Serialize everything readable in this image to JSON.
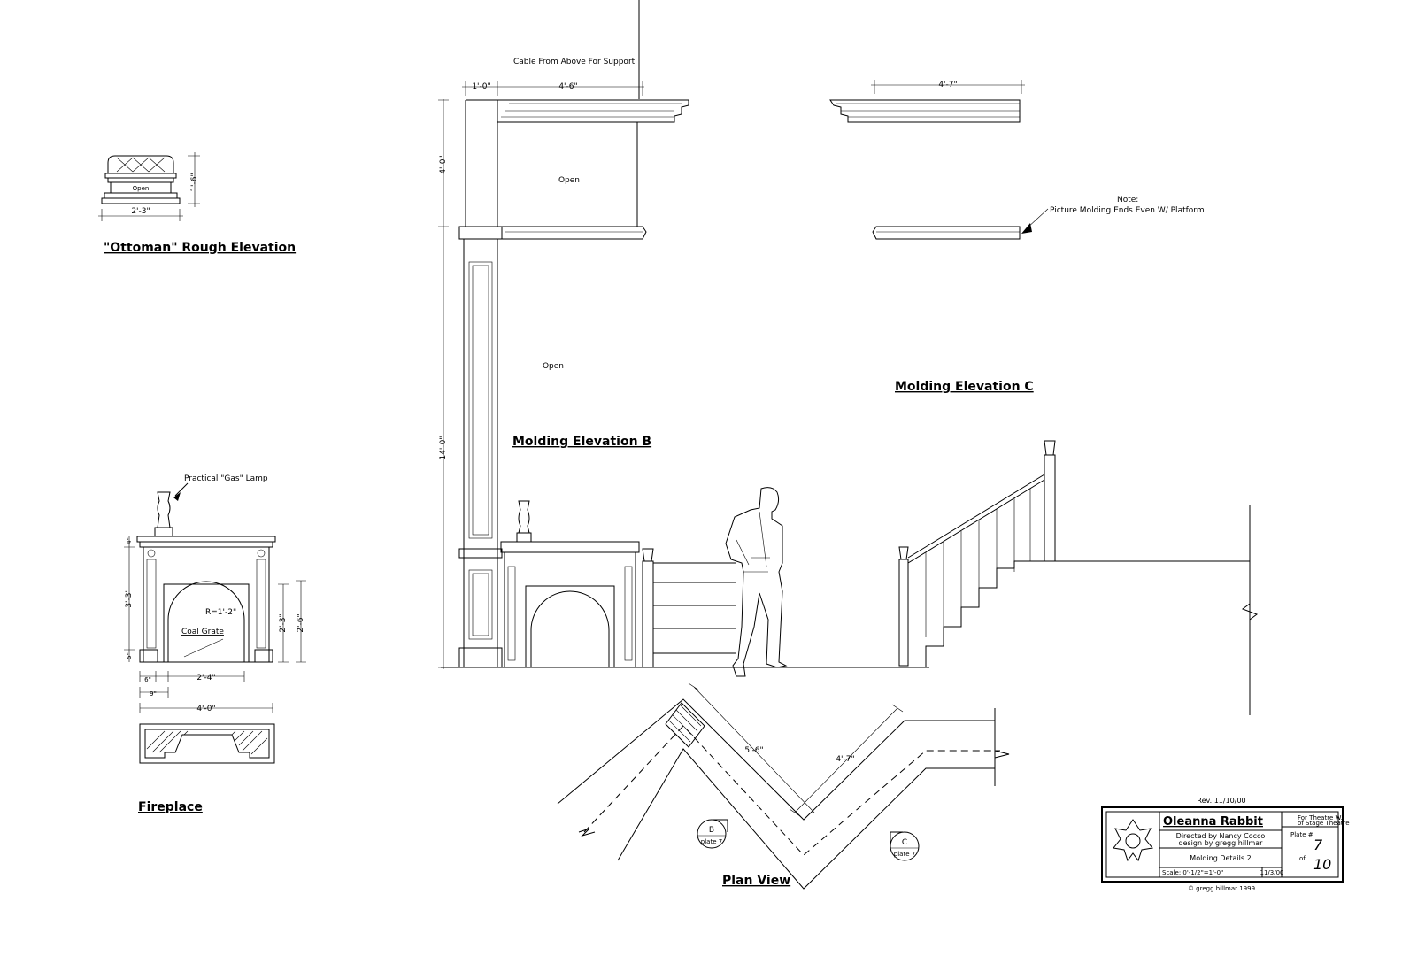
{
  "labels": {
    "cable_note": "Cable From Above For Support",
    "open_upper": "Open",
    "open_lower": "Open",
    "note_head": "Note:",
    "note_body": "Picture Molding Ends Even W/ Platform",
    "practical_lamp": "Practical \"Gas\" Lamp",
    "radius": "R=1'-2\"",
    "coal_grate": "Coal Grate"
  },
  "titles": {
    "ottoman": "\"Ottoman\" Rough Elevation",
    "fireplace": "Fireplace",
    "molding_b": "Molding Elevation B",
    "molding_c": "Molding Elevation C",
    "plan_view": "Plan View"
  },
  "dimensions": {
    "b_top_small": "1'-0\"",
    "b_top_large": "4'-6\"",
    "c_top": "4'-7\"",
    "b_vert_upper": "4'-0\"",
    "b_vert_lower": "14'-0\"",
    "ottoman_height": "1'-6\"",
    "ottoman_width": "2'-3\"",
    "fp_height_total": "3'-3\"",
    "fp_small_top": "4\"",
    "fp_small_bottom": "5\"",
    "fp_opening_h": "2'-3\"",
    "fp_opening_h2": "2'-6\"",
    "fp_base_a": "6\"",
    "fp_base_b": "9\"",
    "fp_opening_w": "2'-4\"",
    "fp_total_w": "4'-0\"",
    "plan_a": "5'-6\"",
    "plan_b": "4'-7\""
  },
  "callouts": {
    "b_letter": "B",
    "b_ref": "plate 7",
    "c_letter": "C",
    "c_ref": "plate 7"
  },
  "title_block": {
    "revision": "Rev. 11/10/00",
    "show_title": "Oleanna Rabbit",
    "producer_line1": "For Theatre W.",
    "producer_line2": "of Stage Theatre",
    "directed_by": "Directed by Nancy Cocco",
    "designed_by": "design by gregg hillmar",
    "drawing_title": "Molding Details 2",
    "scale": "Scale: 0'-1/2\"=1'-0\"",
    "date": "11/3/00",
    "plate_label": "Plate #",
    "plate_number": "7",
    "plate_of": "of",
    "plate_total": "10",
    "copyright": "© gregg hillmar 1999"
  }
}
